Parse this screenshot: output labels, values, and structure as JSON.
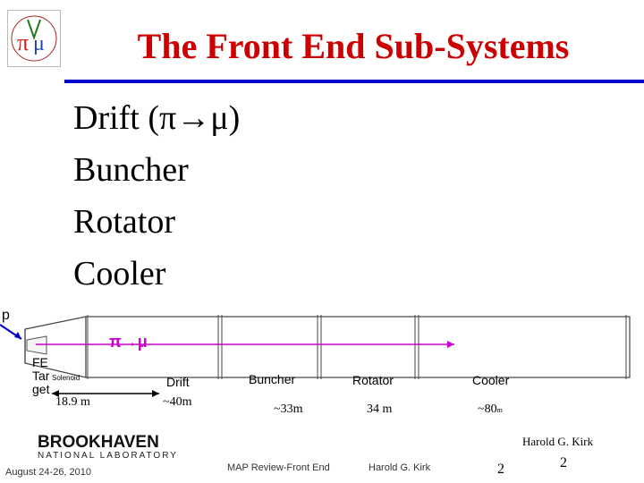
{
  "slide": {
    "title": "The Front End Sub-Systems",
    "bullets": [
      "Drift  (π→μ)",
      "Buncher",
      "Rotator",
      "Cooler"
    ]
  },
  "diagram": {
    "proton_label": "p",
    "pion_muon_label": "π→μ",
    "fe_target_lines": [
      "FE",
      "Tar",
      "get"
    ],
    "solenoid_label": "Solenoid",
    "sections": [
      {
        "name": "Drift",
        "length": "~40m"
      },
      {
        "name": "Buncher",
        "length": "~33m"
      },
      {
        "name": "Rotator",
        "length": "34 m"
      },
      {
        "name": "Cooler",
        "length": "~80",
        "length_unit": "m"
      }
    ],
    "target_length": "18.9 m"
  },
  "branding": {
    "lab_name": "BROOKHAVEN",
    "lab_subtitle": "NATIONAL LABORATORY",
    "author_signature": "Harold G. Kirk"
  },
  "footer": {
    "date": "August 24-26, 2010",
    "event": "MAP Review-Front End",
    "author": "Harold G. Kirk",
    "page_number": "2",
    "slide_number": "2"
  },
  "colors": {
    "title": "#cc0000",
    "rule": "#0000cc",
    "muon_line": "#cc00cc",
    "proton_arrow": "#0000cc"
  }
}
